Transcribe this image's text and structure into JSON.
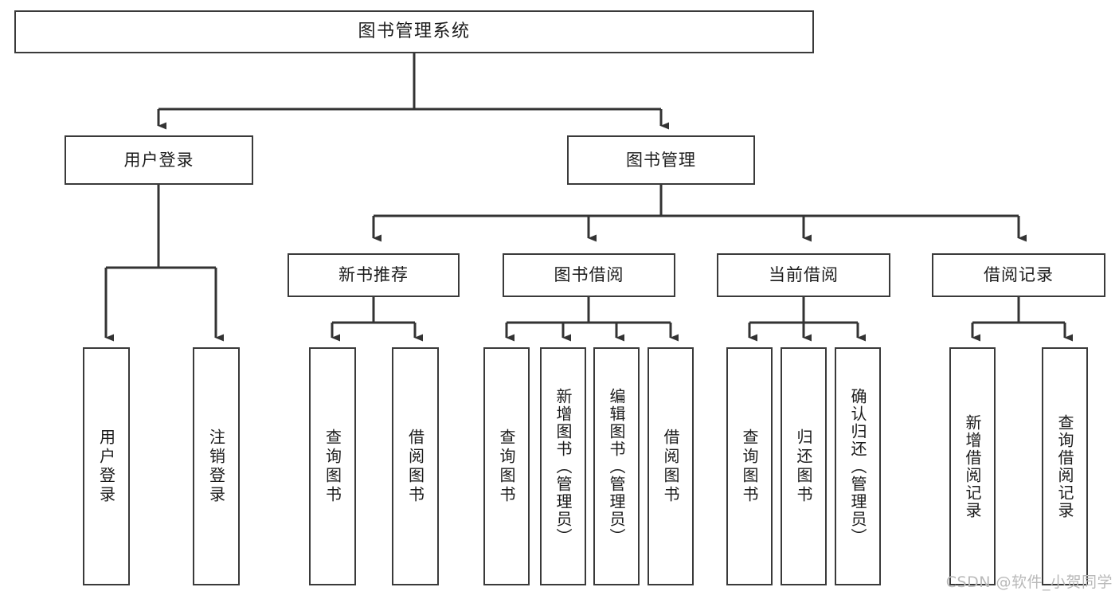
{
  "diagram": {
    "title": "图书管理系统",
    "type": "tree-hierarchy",
    "watermark": "CSDN @软件_小贺同学",
    "colors": {
      "box_stroke": "#3a3a3a",
      "connector": "#333333",
      "background": "#ffffff",
      "text": "#1b1b1b",
      "watermark": "#b9b9b9"
    },
    "nodes": {
      "root": {
        "label": "图书管理系统"
      },
      "level2": [
        {
          "id": "user-login",
          "label": "用户登录"
        },
        {
          "id": "book-management",
          "label": "图书管理"
        }
      ],
      "level3": [
        {
          "id": "new-book-recommend",
          "label": "新书推荐"
        },
        {
          "id": "book-borrow",
          "label": "图书借阅"
        },
        {
          "id": "current-borrow",
          "label": "当前借阅"
        },
        {
          "id": "borrow-record",
          "label": "借阅记录"
        }
      ],
      "leaves": {
        "user_login": [
          {
            "id": "leaf-user-login",
            "label": "用户登录"
          },
          {
            "id": "leaf-logout-login",
            "label": "注销登录"
          }
        ],
        "new_book_recommend": [
          {
            "id": "leaf-query-book-1",
            "label": "查询图书"
          },
          {
            "id": "leaf-borrow-book-1",
            "label": "借阅图书"
          }
        ],
        "book_borrow": [
          {
            "id": "leaf-query-book-2",
            "label": "查询图书"
          },
          {
            "id": "leaf-add-book",
            "label": "新增图书（管理员）"
          },
          {
            "id": "leaf-edit-book",
            "label": "编辑图书（管理员）"
          },
          {
            "id": "leaf-borrow-book-2",
            "label": "借阅图书"
          }
        ],
        "current_borrow": [
          {
            "id": "leaf-query-book-3",
            "label": "查询图书"
          },
          {
            "id": "leaf-return-book",
            "label": "归还图书"
          },
          {
            "id": "leaf-confirm-return",
            "label": "确认归还（管理员）"
          }
        ],
        "borrow_record": [
          {
            "id": "leaf-add-record",
            "label": "新增借阅记录"
          },
          {
            "id": "leaf-query-record",
            "label": "查询借阅记录"
          }
        ]
      }
    }
  }
}
